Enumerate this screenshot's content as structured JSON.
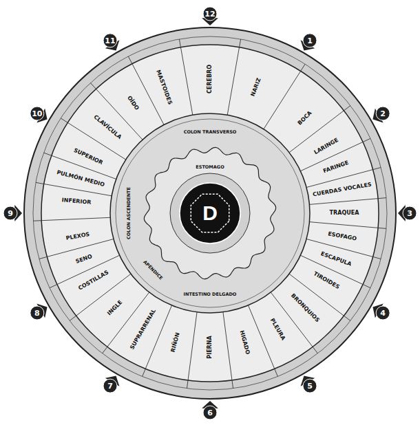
{
  "diagram": {
    "nodes": [
      {
        "text": [
          "D"
        ]
      }
    ],
    "labels": [
      "12",
      "1",
      "2",
      "3",
      "4",
      "5",
      "6",
      "7",
      "8",
      "9",
      "10",
      "11",
      "CEREBRO",
      "NARIZ",
      "BOCA",
      "LARINGE",
      "FARINGE",
      "CUERDAS VOCALES",
      "TRAQUEA",
      "ESOFAGO",
      "ESCAPULA",
      "TIROIDES",
      "BRONQUIOS",
      "PLEURA",
      "HIGADO",
      "PIERNA",
      "RIÑÓN",
      "SUPRARRENAL",
      "INGLE",
      "COSTILLAS",
      "SENO",
      "PLEXOS",
      "INFERIOR",
      "PULMÓN MEDIO",
      "SUPERIOR",
      "CLAVÍCULA",
      "OÍDO",
      "MASTOIDES",
      "COLON TRANSVERSO",
      "ESTOMAGO",
      "COLON ASCENDENTE",
      "APÉNDICE",
      "INTESTINO DELGADO"
    ]
  }
}
